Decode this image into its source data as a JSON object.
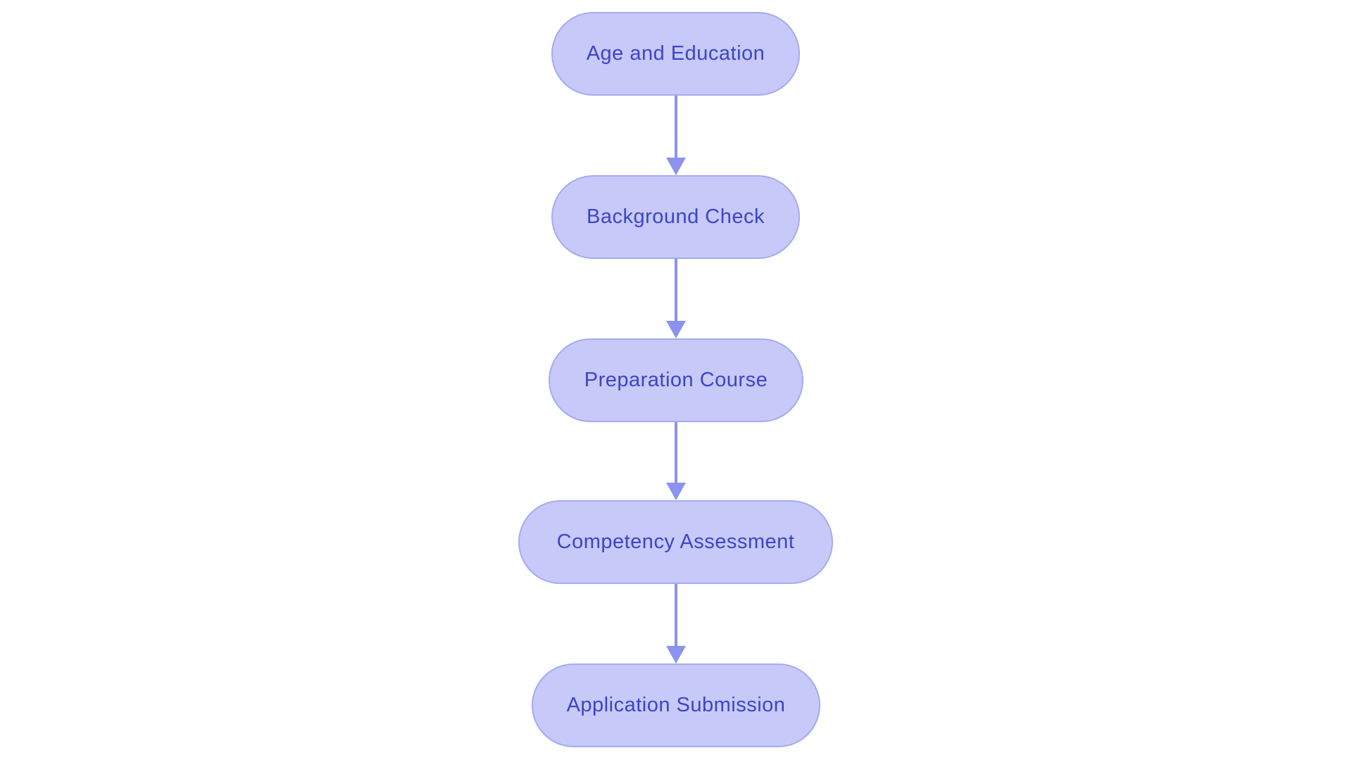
{
  "diagram": {
    "type": "flowchart",
    "direction": "top-down",
    "nodes": [
      {
        "id": "age-and-education",
        "label": "Age and Education"
      },
      {
        "id": "background-check",
        "label": "Background Check"
      },
      {
        "id": "preparation-course",
        "label": "Preparation Course"
      },
      {
        "id": "competency-assessment",
        "label": "Competency Assessment"
      },
      {
        "id": "application-submission",
        "label": "Application Submission"
      }
    ],
    "edges": [
      {
        "from": "age-and-education",
        "to": "background-check"
      },
      {
        "from": "background-check",
        "to": "preparation-course"
      },
      {
        "from": "preparation-course",
        "to": "competency-assessment"
      },
      {
        "from": "competency-assessment",
        "to": "application-submission"
      }
    ],
    "colors": {
      "background": "#ffffff",
      "node_fill": "#c7c9f8",
      "node_border": "#a4abf2",
      "node_text": "#3b45c7",
      "arrow": "#8b93ee"
    }
  }
}
